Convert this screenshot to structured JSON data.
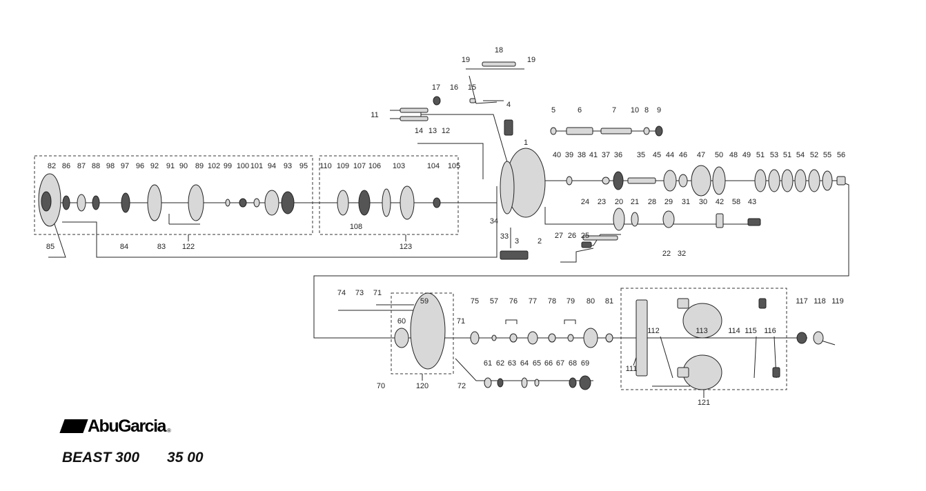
{
  "brand": {
    "name": "AbuGarcia",
    "registered": "®"
  },
  "model": {
    "name": "BEAST 300",
    "code": "35 00"
  },
  "labels": [
    "18",
    "19",
    "19",
    "17",
    "16",
    "15",
    "4",
    "11",
    "14",
    "13",
    "12",
    "1",
    "5",
    "6",
    "7",
    "10",
    "8",
    "9",
    "40",
    "39",
    "38",
    "41",
    "37",
    "36",
    "35",
    "45",
    "44",
    "46",
    "47",
    "50",
    "48",
    "49",
    "51",
    "53",
    "51",
    "54",
    "52",
    "55",
    "56",
    "24",
    "23",
    "20",
    "21",
    "28",
    "29",
    "31",
    "30",
    "42",
    "58",
    "43",
    "27",
    "26",
    "25",
    "22",
    "32",
    "34",
    "3",
    "2",
    "33",
    "82",
    "86",
    "87",
    "88",
    "98",
    "97",
    "96",
    "92",
    "91",
    "90",
    "89",
    "102",
    "99",
    "100",
    "101",
    "94",
    "93",
    "95",
    "110",
    "109",
    "107",
    "106",
    "103",
    "104",
    "105",
    "108",
    "122",
    "123",
    "85",
    "84",
    "83",
    "74",
    "73",
    "71",
    "59",
    "60",
    "71",
    "75",
    "57",
    "76",
    "77",
    "78",
    "79",
    "80",
    "81",
    "112",
    "113",
    "114",
    "115",
    "116",
    "117",
    "118",
    "119",
    "111",
    "121",
    "70",
    "120",
    "72",
    "61",
    "62",
    "63",
    "64",
    "65",
    "66",
    "67",
    "68",
    "69"
  ],
  "colors": {
    "line": "#222222",
    "part_fill": "#d8d8d8",
    "part_dark": "#555555"
  }
}
